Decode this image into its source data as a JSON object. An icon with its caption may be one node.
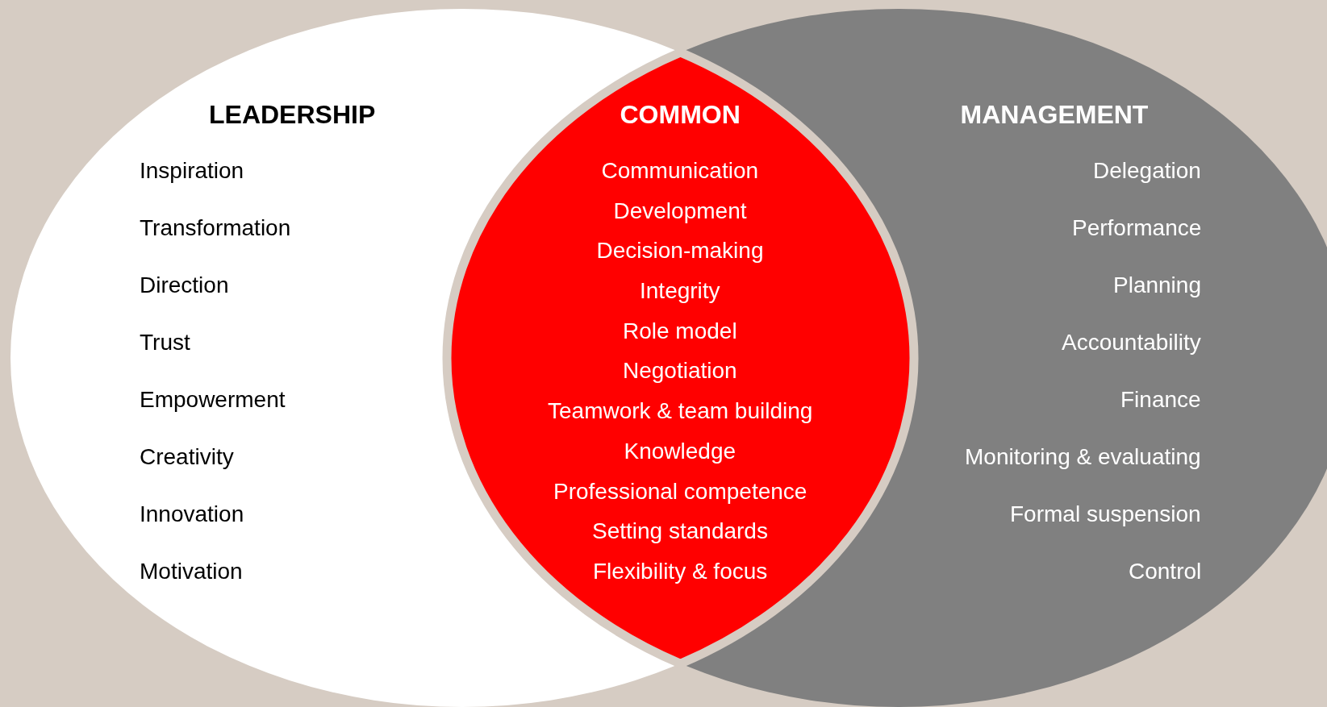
{
  "diagram": {
    "nodes": [
      {
        "text": [
          "LEADERSHIP",
          "Inspiration",
          "Transformation",
          "Direction",
          "Trust",
          "Empowerment",
          "Creativity",
          "Innovation",
          "Motivation"
        ]
      },
      {
        "text": [
          "MANAGEMENT",
          "Delegation",
          "Performance",
          "Planning",
          "Accountability",
          "Finance",
          "Monitoring & evaluating",
          "Formal suspension",
          "Control"
        ]
      },
      {
        "text": [
          "COMMON",
          "Communication",
          "Development",
          "Decision-making",
          "Integrity",
          "Role model",
          "Negotiation",
          "Teamwork & team building",
          "Knowledge",
          "Professional competence",
          "Setting standards",
          "Flexibility & focus"
        ]
      }
    ]
  }
}
